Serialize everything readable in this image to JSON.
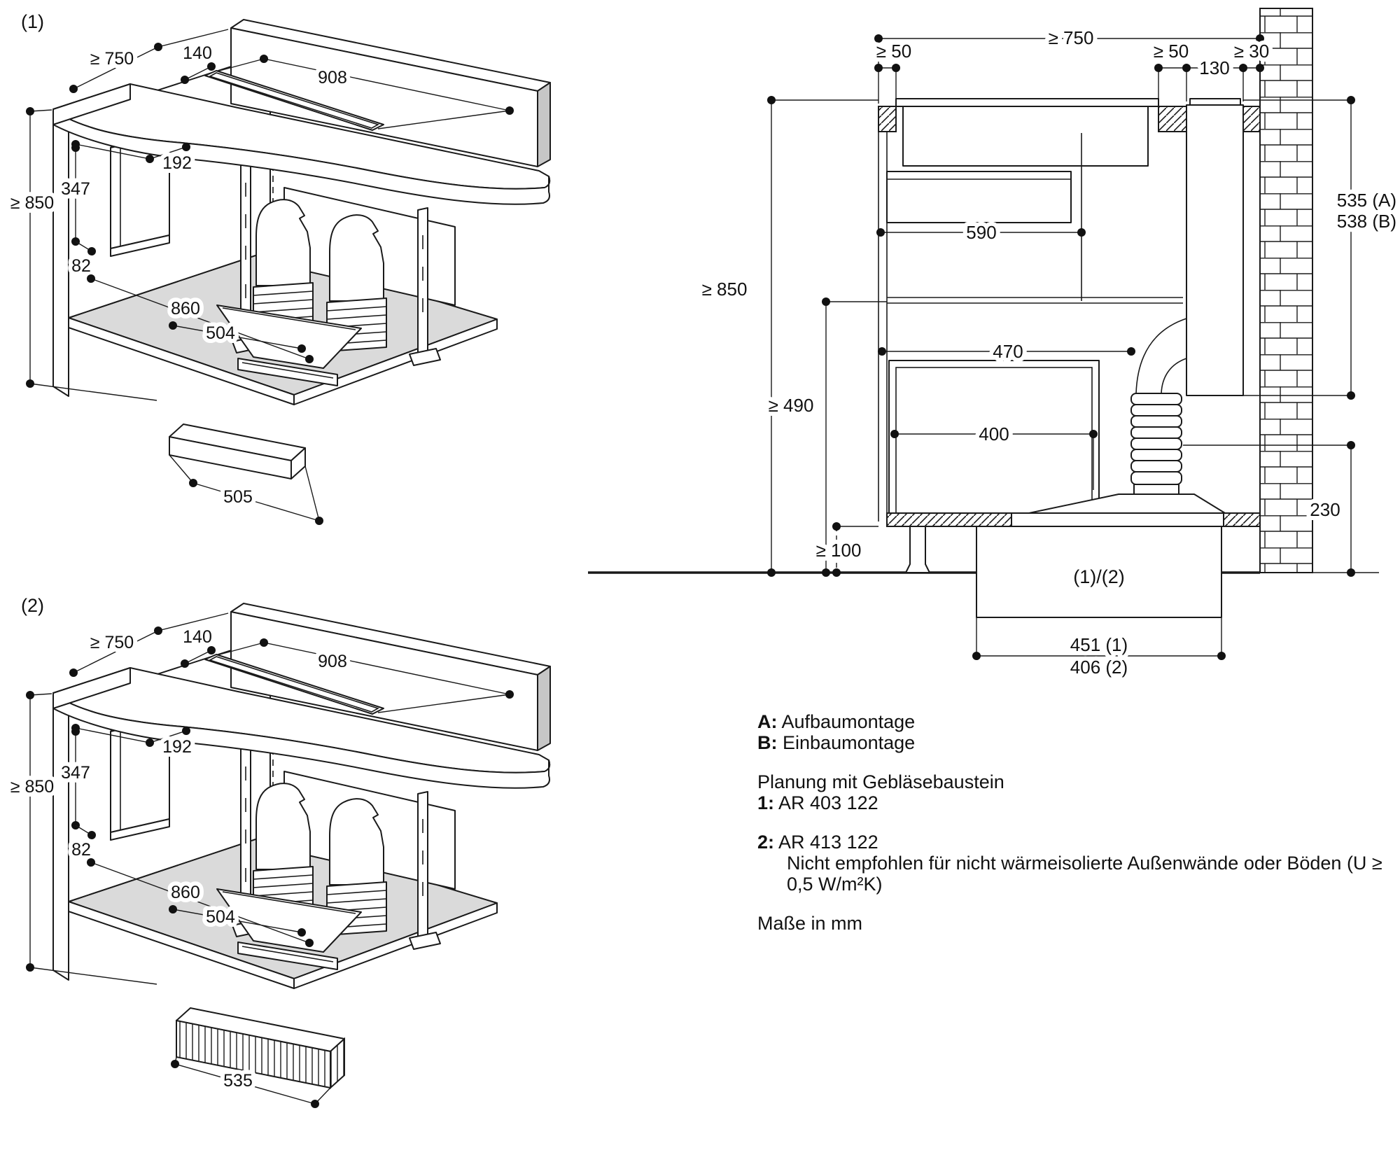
{
  "page": {
    "background": "#ffffff"
  },
  "figure1": {
    "tag": "(1)",
    "dims": {
      "depth": "≥ 750",
      "wall_offset": "140",
      "cutout_length": "908",
      "box_width": "192",
      "box_height": "347",
      "box_thickness": "82",
      "worktop_height": "≥ 850",
      "interior_width": "860",
      "outlet_width": "504",
      "bottom_width": "505"
    }
  },
  "figure2": {
    "tag": "(2)",
    "dims": {
      "depth": "≥ 750",
      "wall_offset": "140",
      "cutout_length": "908",
      "box_width": "192",
      "box_height": "347",
      "box_thickness": "82",
      "worktop_height": "≥ 850",
      "interior_width": "860",
      "outlet_width": "504",
      "bottom_width": "535"
    }
  },
  "section": {
    "dims": {
      "depth": "≥ 750",
      "gap_left": "≥ 50",
      "gap_mid": "≥ 50",
      "slot_width": "130",
      "gap_wall": "≥ 30",
      "worktop_height": "≥ 850",
      "cabinet_depth": "590",
      "drop_a": "535 (A)",
      "drop_b": "538 (B)",
      "clearance_height": "≥ 490",
      "shelf_depth": "470",
      "module_width": "400",
      "hood_height": "230",
      "plinth_height": "≥ 100",
      "module_ref": "(1)/(2)",
      "base_width_1": "451 (1)",
      "base_width_2": "406 (2)"
    }
  },
  "notes": {
    "a_key": "A:",
    "a_val": "Aufbaumontage",
    "b_key": "B:",
    "b_val": "Einbaumontage",
    "planning_title": "Planung mit Gebläsebaustein",
    "item1_key": "1:",
    "item1_val": "AR 403 122",
    "item2_key": "2:",
    "item2_val": "AR 413 122",
    "item2_note_line1": "Nicht empfohlen für nicht wärmeisolierte Außenwände oder Böden (U ≥",
    "item2_note_line2": "0,5 W/m²K)",
    "units": "Maße in mm"
  }
}
